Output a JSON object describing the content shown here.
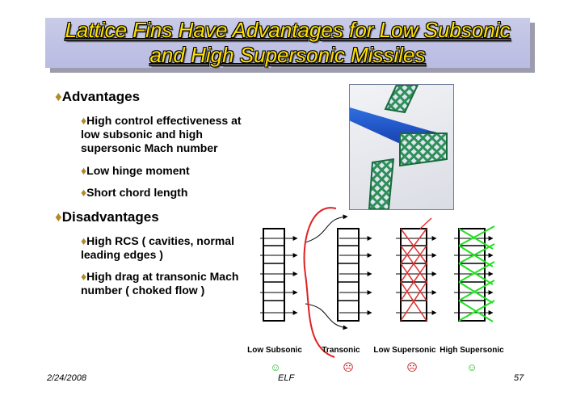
{
  "slide": {
    "title_line1": "Lattice Fins Have Advantages for Low Subsonic",
    "title_line2": "and High Supersonic Missiles",
    "bullet_symbol": "♦",
    "advantages_heading": "Advantages",
    "advantages": [
      "High control effectiveness at low subsonic and high supersonic Mach number",
      "Low hinge moment",
      "Short chord length"
    ],
    "disadvantages_heading": "Disadvantages",
    "disadvantages": [
      "High RCS ( cavities, normal leading edges )",
      "High drag at transonic Mach number ( choked flow )"
    ]
  },
  "diagram": {
    "regimes": [
      "Low Subsonic",
      "Transonic",
      "Low Supersonic",
      "High Supersonic"
    ],
    "ratings": [
      "☺",
      "☹",
      "☹",
      "☺"
    ]
  },
  "colors": {
    "title_text": "#ffe000",
    "title_band": "#c3c5e6",
    "good": "#29b829",
    "bad": "#c41a1a",
    "low_supersonic_shock": "#e03030",
    "high_supersonic_shock": "#22e022"
  },
  "footer": {
    "date": "2/24/2008",
    "center": "ELF",
    "page": "57"
  }
}
